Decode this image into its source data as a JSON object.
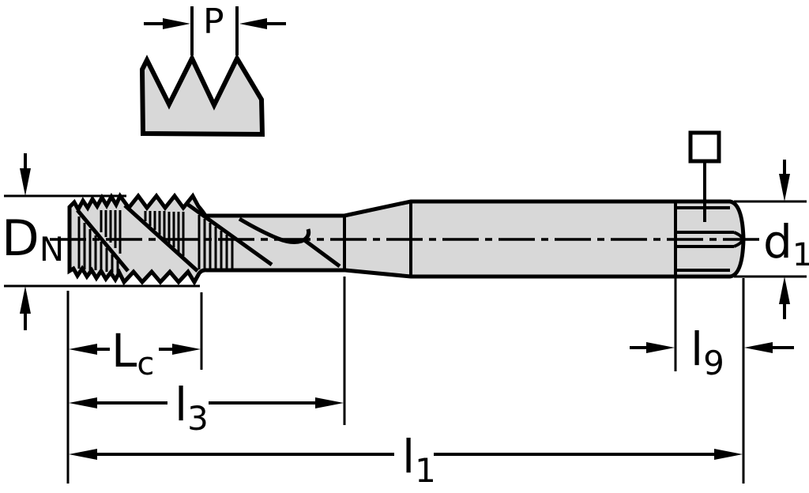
{
  "figure": {
    "type": "technical-drawing",
    "subject": "Machine tap (threading tool) side view with dimension annotations and thread pitch detail",
    "background_color": "#ffffff"
  },
  "colors": {
    "outline": "#000000",
    "body_fill": "#d8d8d8",
    "dimension_lines": "#000000"
  },
  "labels": {
    "pitch": {
      "base": "P",
      "sub": ""
    },
    "nominal_diameter": {
      "base": "D",
      "sub": "N"
    },
    "shank_diameter": {
      "base": "d",
      "sub": "1"
    },
    "chamfer_length": {
      "base": "L",
      "sub": "c"
    },
    "thread_flute_length": {
      "base": "l",
      "sub": "3"
    },
    "overall_length": {
      "base": "l",
      "sub": "1"
    },
    "square_length": {
      "base": "l",
      "sub": "9"
    }
  },
  "symbols": {
    "square_drive": "square-outline-symbol"
  }
}
